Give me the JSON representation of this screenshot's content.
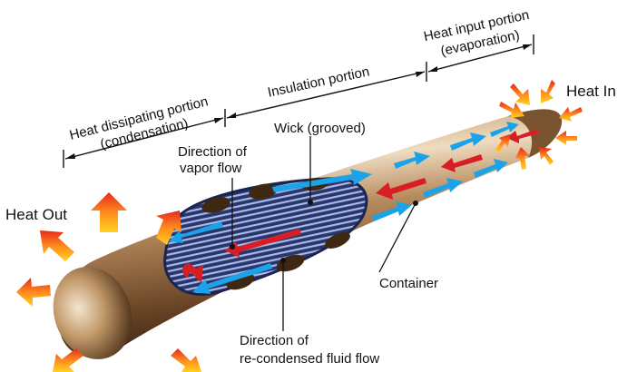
{
  "labels": {
    "heat_in": "Heat In",
    "heat_out": "Heat Out",
    "heat_dissipating_line1": "Heat dissipating portion",
    "heat_dissipating_line2": "(condensation)",
    "insulation": "Insulation portion",
    "heat_input_line1": "Heat input portion",
    "heat_input_line2": "(evaporation)",
    "wick": "Wick (grooved)",
    "vapor_line1": "Direction of",
    "vapor_line2": "vapor flow",
    "container": "Container",
    "fluid_line1": "Direction of",
    "fluid_line2": "re-condensed fluid flow"
  },
  "colors": {
    "vapor_arrow": "#d81e24",
    "fluid_arrow": "#1aa3e8",
    "heat_arrow_tip": "#f2571c",
    "heat_arrow_base": "#ffd21f",
    "tube_light": "#e4c9a4",
    "tube_mid": "#a37a50",
    "tube_dark": "#4b2e18",
    "wick_bg": "#2e3f7a"
  }
}
